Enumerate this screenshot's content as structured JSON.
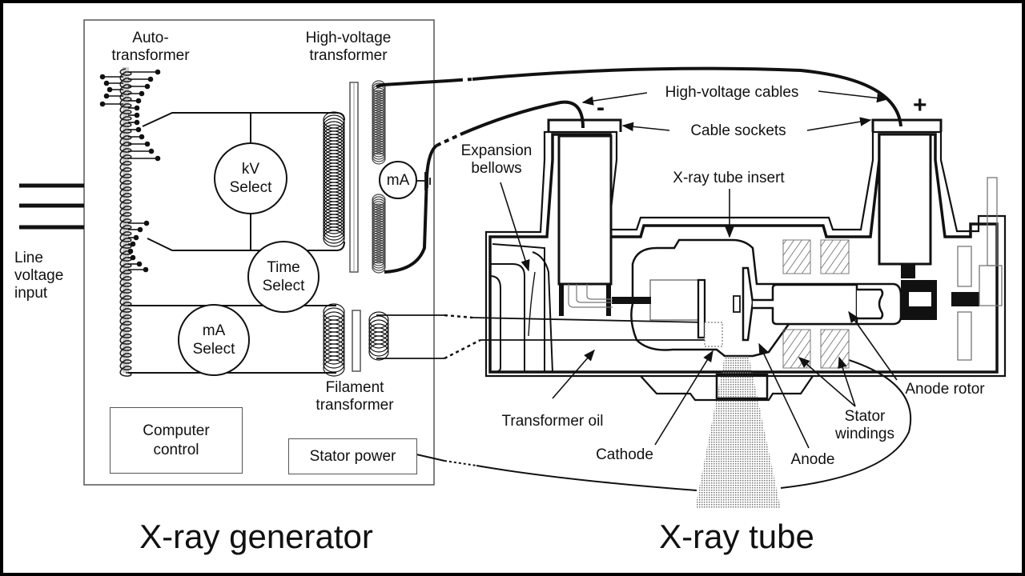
{
  "generator": {
    "title": "X-ray generator",
    "autotransformer_label": "Auto-\ntransformer",
    "hv_transformer_label": "High-voltage\ntransformer",
    "filament_transformer_label": "Filament\ntransformer",
    "line_input_label": "Line\nvoltage\ninput",
    "kv_select": "kV\nSelect",
    "time_select": "Time\nSelect",
    "ma_select": "mA\nSelect",
    "ma_meter": "mA",
    "computer_control": "Computer\ncontrol",
    "stator_power": "Stator power"
  },
  "tube": {
    "title": "X-ray tube",
    "hv_cables": "High-voltage cables",
    "cable_sockets": "Cable sockets",
    "expansion_bellows": "Expansion\nbellows",
    "tube_insert": "X-ray tube insert",
    "transformer_oil": "Transformer oil",
    "cathode": "Cathode",
    "anode": "Anode",
    "stator_windings": "Stator\nwindings",
    "anode_rotor": "Anode rotor",
    "negative_sign": "-",
    "positive_sign": "+"
  }
}
